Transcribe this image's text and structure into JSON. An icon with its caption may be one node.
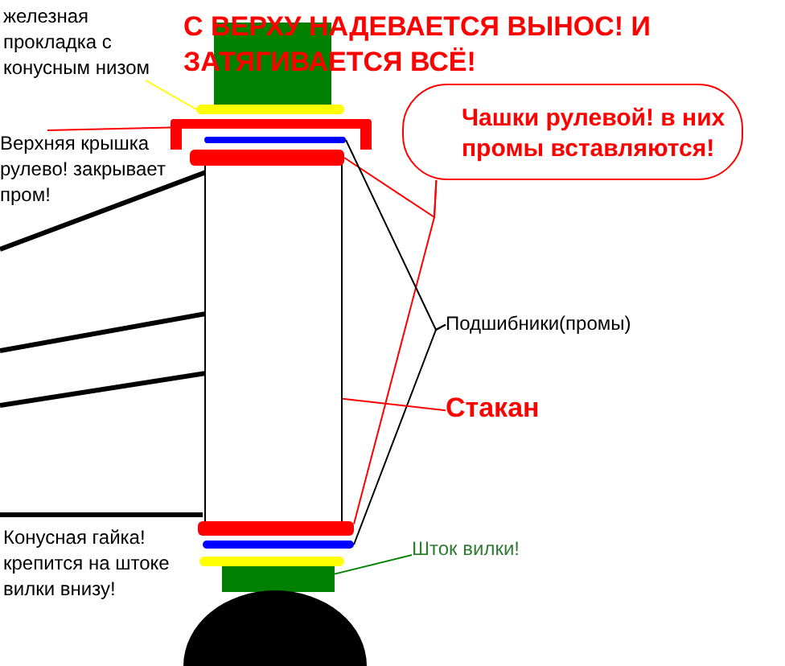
{
  "diagram": {
    "title": "С ВЕРХУ НАДЕВАЕТСЯ ВЫНОС! И ЗАТЯГИВАЕТСЯ ВСЁ!",
    "nodes": [
      {
        "text": [
          "железная прокладка с конусным низом"
        ]
      },
      {
        "text": [
          "Верхняя крышка рулево! закрывает пром!"
        ]
      },
      {
        "text": [
          "Чашки рулевой! в них промы вставляются!"
        ]
      },
      {
        "text": [],
        "shape": "bar"
      },
      {
        "text": [],
        "shape": "bar"
      },
      {
        "text": [],
        "shape": "cap"
      },
      {
        "text": [],
        "shape": "bar"
      },
      {
        "text": [],
        "shape": "bar"
      },
      {
        "text": [],
        "shape": "box"
      },
      {
        "text": [
          "Подшибники(промы)"
        ]
      },
      {
        "text": [
          "Стакан"
        ]
      },
      {
        "text": [],
        "shape": "bar"
      },
      {
        "text": [],
        "shape": "bar"
      },
      {
        "text": [],
        "shape": "bar"
      },
      {
        "text": [
          "Конусная гайка! крепится на штоке вилки внизу!"
        ]
      },
      {
        "text": [
          "Шток вилки!"
        ]
      },
      {
        "text": [],
        "shape": "bar"
      }
    ],
    "edges": [
      {
        "from": 0,
        "to": 4,
        "arrow": "none",
        "color": "#ffff00"
      },
      {
        "from": 1,
        "to": 5,
        "arrow": "none"
      },
      {
        "from": 2,
        "to": 7,
        "arrow": "none"
      },
      {
        "from": 2,
        "to": 11,
        "arrow": "none"
      },
      {
        "from": 9,
        "to": 6,
        "arrow": "none",
        "color": "#000000"
      },
      {
        "from": 9,
        "to": 12,
        "arrow": "none",
        "color": "#000000"
      },
      {
        "from": 10,
        "to": 8,
        "arrow": "none"
      },
      {
        "from": 15,
        "to": 16,
        "arrow": "none",
        "color": "#008000"
      }
    ]
  }
}
